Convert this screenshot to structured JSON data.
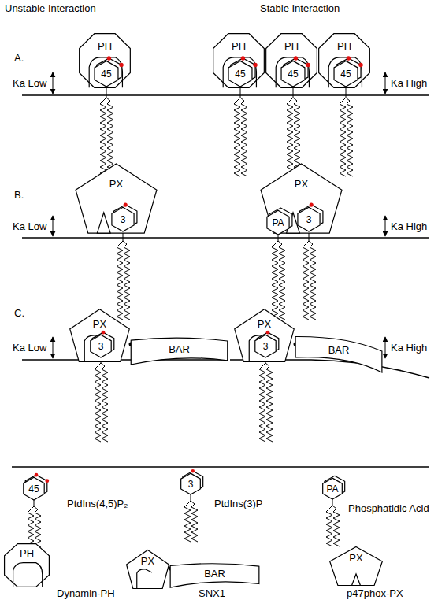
{
  "diagram": {
    "nodes": [
      {
        "text": [
          "PH"
        ]
      },
      {
        "text": [
          "45"
        ],
        "in": 0
      },
      {
        "text": [
          "PH"
        ]
      },
      {
        "text": [
          "45"
        ],
        "in": 2
      },
      {
        "text": [
          "PH"
        ]
      },
      {
        "text": [
          "45"
        ],
        "in": 4
      },
      {
        "text": [
          "PH"
        ]
      },
      {
        "text": [
          "45"
        ],
        "in": 6
      },
      {
        "text": [
          "PX"
        ]
      },
      {
        "text": [
          "3"
        ],
        "in": 8
      },
      {
        "text": [
          "PX"
        ]
      },
      {
        "text": [
          "PA"
        ],
        "in": 10
      },
      {
        "text": [
          "3"
        ],
        "in": 10
      },
      {
        "text": [
          "PX"
        ]
      },
      {
        "text": [
          "3"
        ],
        "in": 13
      },
      {
        "text": [
          "BAR"
        ]
      },
      {
        "text": [
          "PX"
        ]
      },
      {
        "text": [
          "3"
        ],
        "in": 16
      },
      {
        "text": [
          "BAR"
        ]
      },
      {
        "text": [
          "45"
        ]
      },
      {
        "text": [
          "3"
        ]
      },
      {
        "text": [
          "PA"
        ]
      },
      {
        "text": [
          "PH"
        ]
      },
      {
        "text": [
          "PX"
        ]
      },
      {
        "text": [
          "BAR"
        ]
      },
      {
        "text": [
          "PX"
        ]
      }
    ],
    "labels": [
      "Unstable Interaction",
      "Stable Interaction",
      "A.",
      "Ka Low",
      "Ka High",
      "B.",
      "Ka Low",
      "Ka High",
      "C.",
      "Ka Low",
      "Ka High"
    ],
    "legend": [
      {
        "text": "PtdIns(4,5)P₂"
      },
      {
        "text": "PtdIns(3)P"
      },
      {
        "text": "Phosphatidic Acid"
      },
      {
        "text": "Dynamin-PH"
      },
      {
        "text": "SNX1"
      },
      {
        "text": "p47phox-PX"
      }
    ]
  }
}
